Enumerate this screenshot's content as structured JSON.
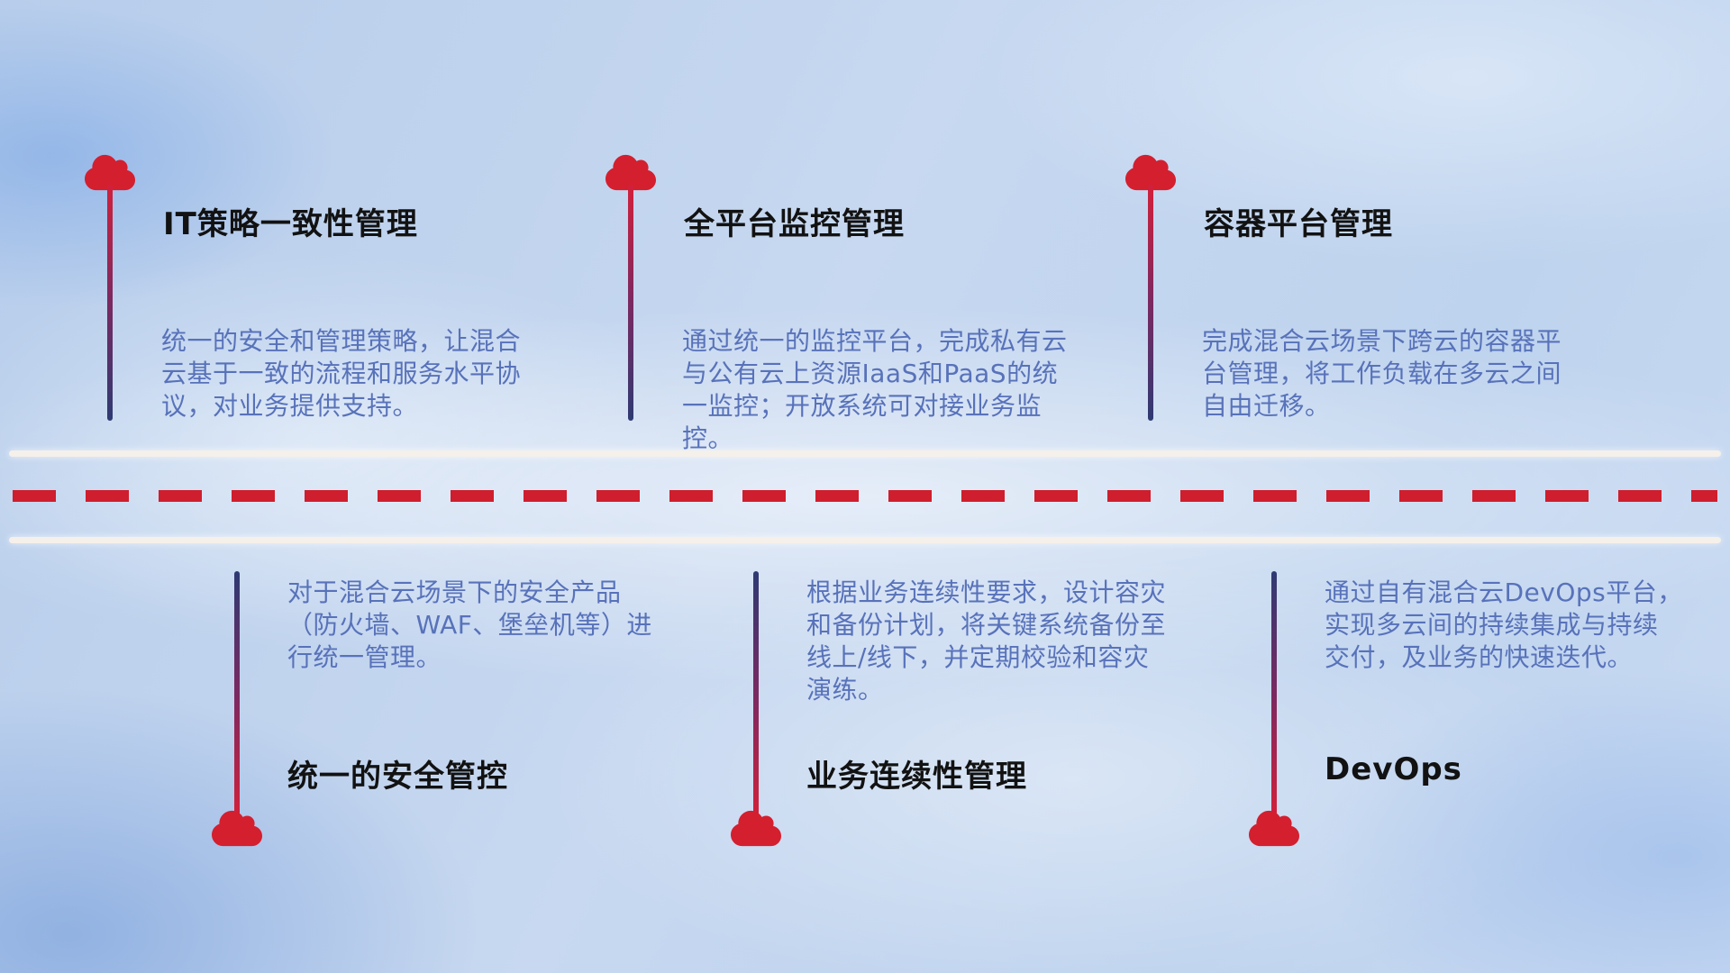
{
  "top_items": [
    {
      "title": "IT策略一致性管理",
      "description": "统一的安全和管理策略，让混合云基于一致的流程和服务水平协议，对业务提供支持。"
    },
    {
      "title": "全平台监控管理",
      "description": "通过统一的监控平台，完成私有云与公有云上资源IaaS和PaaS的统一监控；开放系统可对接业务监控。"
    },
    {
      "title": "容器平台管理",
      "description": "完成混合云场景下跨云的容器平台管理，将工作负载在多云之间自由迁移。"
    }
  ],
  "bottom_items": [
    {
      "title": "统一的安全管控",
      "description": "对于混合云场景下的安全产品（防火墙、WAF、堡垒机等）进行统一管理。"
    },
    {
      "title": "业务连续性管理",
      "description": "根据业务连续性要求，设计容灾和备份计划，将关键系统备份至线上/线下，并定期校验和容灾演练。"
    },
    {
      "title": "DevOps",
      "description": "通过自有混合云DevOps平台，实现多云间的持续集成与持续交付，及业务的快速迭代。"
    }
  ],
  "colors": {
    "cloud_red": "#d41f2f",
    "dash_red": "#cf1e2d",
    "stem_red": "#d2203a",
    "stem_navy": "#2e3a73",
    "title_text": "#121212",
    "description_text": "#5872ba",
    "road_line": "#f5f0ea"
  }
}
